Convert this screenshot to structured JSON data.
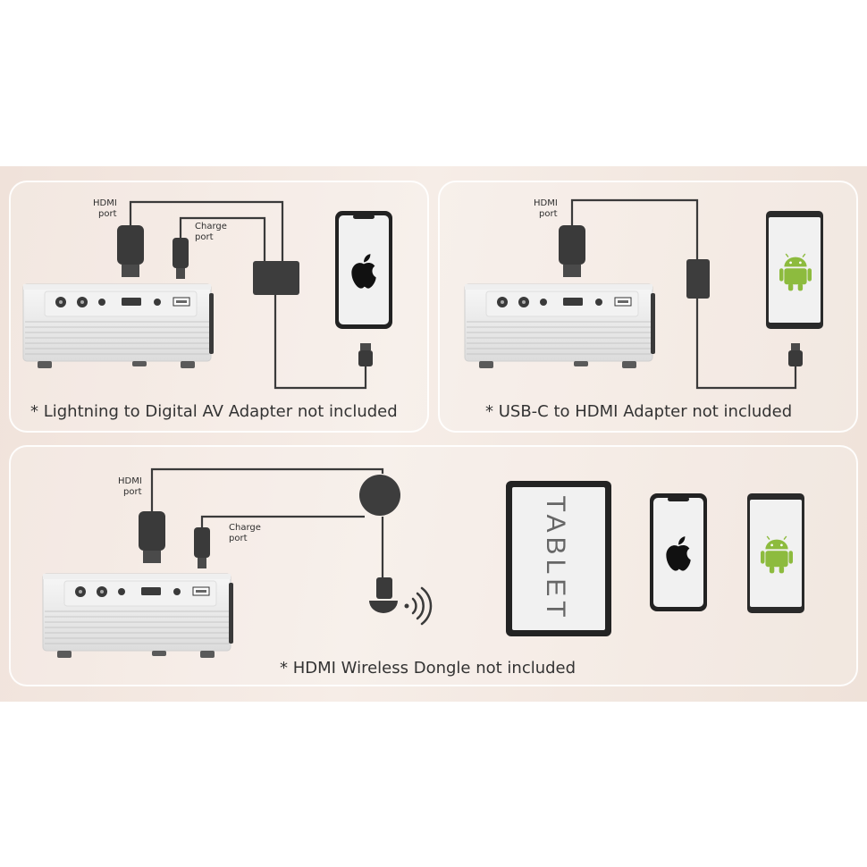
{
  "panels": {
    "iphone": {
      "caption": "* Lightning to Digital AV Adapter not included",
      "hdmi_label_line1": "HDMI",
      "hdmi_label_line2": "port",
      "charge_label_line1": "Charge",
      "charge_label_line2": "port",
      "device_icon": "apple-logo-icon"
    },
    "android": {
      "caption": "* USB-C to HDMI Adapter not included",
      "hdmi_label_line1": "HDMI",
      "hdmi_label_line2": "port",
      "device_icon": "android-logo-icon"
    },
    "wireless": {
      "caption": "* HDMI Wireless Dongle not included",
      "hdmi_label_line1": "HDMI",
      "hdmi_label_line2": "port",
      "charge_label_line1": "Charge",
      "charge_label_line2": "port",
      "tablet_text": "TABLET",
      "device_icons": [
        "wifi-signal-icon",
        "apple-logo-icon",
        "android-logo-icon"
      ]
    }
  },
  "colors": {
    "background_band": "#f3e8e1",
    "cable": "#3a3a3a",
    "adapter": "#3d3d3d",
    "android_green": "#8dbb3e",
    "projector_body": "#e9e9e9"
  }
}
